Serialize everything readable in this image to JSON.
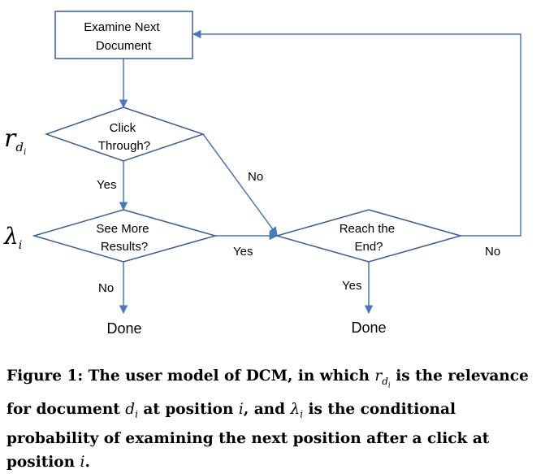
{
  "diagram": {
    "nodes": {
      "examine": {
        "lines": [
          "Examine Next",
          "Document"
        ]
      },
      "click": {
        "lines": [
          "Click",
          "Through?"
        ]
      },
      "see_more": {
        "lines": [
          "See More",
          "Results?"
        ]
      },
      "reach_end": {
        "lines": [
          "Reach the",
          "End?"
        ]
      }
    },
    "variables": {
      "r": "r",
      "r_sub": "d",
      "r_subsub": "i",
      "lambda": "λ",
      "lambda_sub": "i"
    },
    "edge_labels": {
      "click_yes": "Yes",
      "click_no": "No",
      "see_more_yes": "Yes",
      "see_more_no": "No",
      "reach_yes": "Yes",
      "reach_no": "No"
    },
    "terminals": {
      "done_left": "Done",
      "done_right": "Done"
    }
  },
  "caption": {
    "prefix": "Figure 1: The user model of DCM, in which ",
    "r": "r",
    "r_sub": "d",
    "r_subsub": "i",
    "part2": " is the relevance for document ",
    "d": "d",
    "d_sub": "i",
    "part3": " at position ",
    "i1": "i",
    "part4": ", and ",
    "lambda": "λ",
    "lambda_sub": "i",
    "part5": " is the conditional probability of examining the next position after a click at position ",
    "i2": "i",
    "suffix": "."
  },
  "colors": {
    "shape_stroke": "#3b5f8f",
    "edge": "#4a78b8"
  }
}
